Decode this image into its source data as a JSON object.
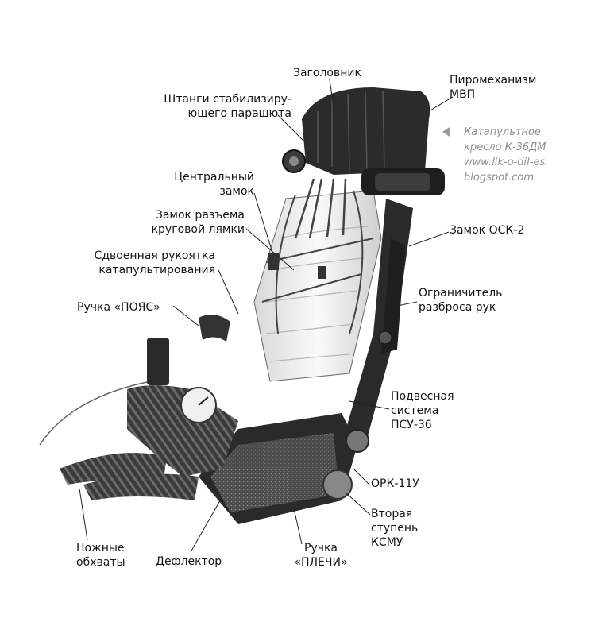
{
  "labels": {
    "headrest": [
      "Заголовник"
    ],
    "pyro": [
      "Пиромеханизм",
      "МВП"
    ],
    "rods": [
      "Штанги стабилизиру-",
      "ющего парашюта"
    ],
    "central_lock": [
      "Центральный",
      "замок"
    ],
    "lap_lock": [
      "Замок разъема",
      "круговой лямки"
    ],
    "osk_lock": [
      "Замок ОСК-2"
    ],
    "twin_handle": [
      "Сдвоенная рукоятка",
      "катапультирования"
    ],
    "arm_limiter": [
      "Ограничитель",
      "разброса рук"
    ],
    "belt_handle": [
      "Ручка «ПОЯС»"
    ],
    "harness": [
      "Подвесная",
      "система",
      "ПСУ-36"
    ],
    "ork": [
      "ОРК-11У"
    ],
    "second_stage": [
      "Вторая",
      "ступень",
      "КСМУ"
    ],
    "leg_guards": [
      "Ножные",
      "обхваты"
    ],
    "deflector": [
      "Дефлектор"
    ],
    "shoulder_handle": [
      "Ручка",
      "«ПЛЕЧИ»"
    ]
  },
  "credit": [
    "Катапультное",
    "кресло К-36ДМ",
    "www.lik-o-dil-es.",
    "blogspot.com"
  ],
  "colors": {
    "ink": "#141414",
    "credit": "#8f8f8f",
    "seat_dark": "#2a2a2a",
    "cushion": "#f2f2f2"
  }
}
